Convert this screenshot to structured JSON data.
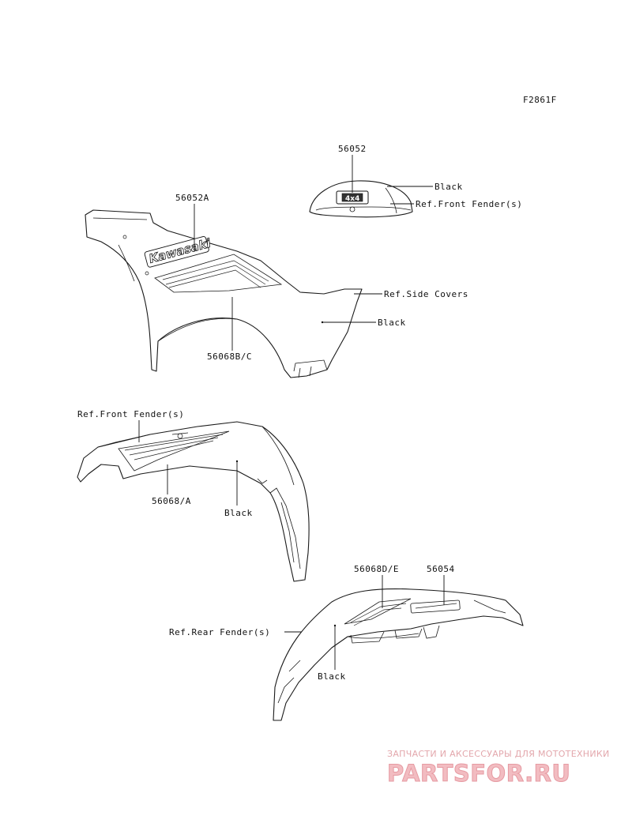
{
  "figure_code": "F2861F",
  "callouts": {
    "top_cover_part": "56052",
    "top_cover_color": "Black",
    "top_cover_ref": "Ref.Front Fender(s)",
    "side_kawasaki_part": "56052A",
    "side_stripe_part": "56068B/C",
    "side_ref": "Ref.Side Covers",
    "side_color": "Black",
    "front_ref": "Ref.Front Fender(s)",
    "front_stripe_part": "56068/A",
    "front_color": "Black",
    "rear_stripe_part": "56068D/E",
    "rear_emblem_part": "56054",
    "rear_ref": "Ref.Rear Fender(s)",
    "rear_color": "Black"
  },
  "decals": {
    "brand": "Kawasaki",
    "badge": "4x4"
  },
  "watermark": {
    "tagline": "ЗАПЧАСТИ И АКСЕССУАРЫ ДЛЯ МОТОТЕХНИКИ",
    "logo": "PARTSFOR.RU"
  }
}
